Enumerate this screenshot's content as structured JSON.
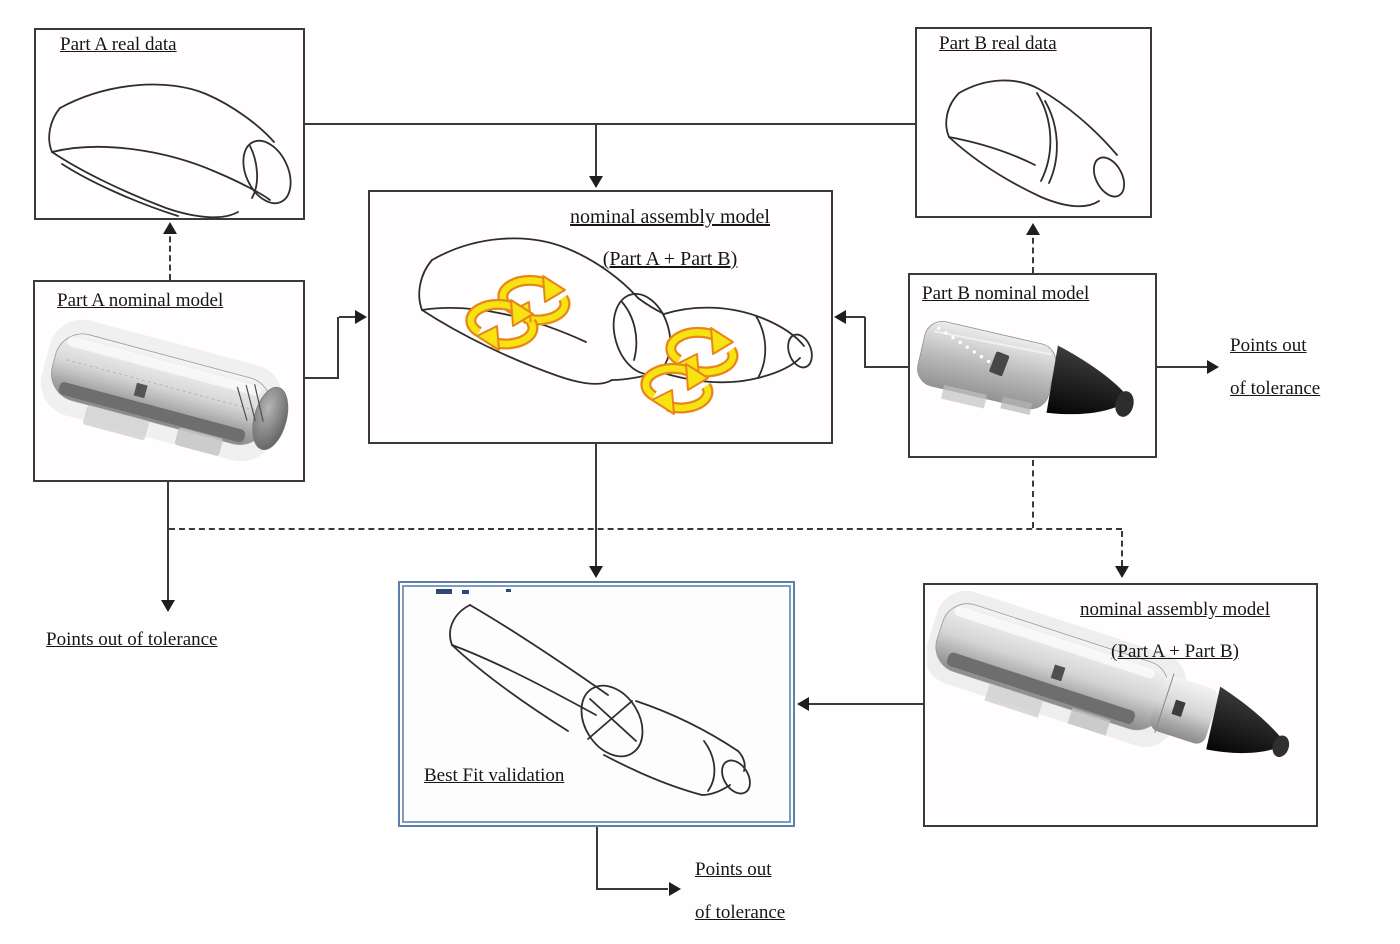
{
  "diagram": {
    "boxes": {
      "part_a_real": {
        "label": "Part A real data"
      },
      "part_b_real": {
        "label": "Part B real data"
      },
      "part_a_nominal": {
        "label": "Part A nominal model"
      },
      "part_b_nominal": {
        "label": "Part B nominal model"
      },
      "assembly_top": {
        "label_line1": "nominal assembly model",
        "label_line2": "(Part A + Part B)"
      },
      "best_fit": {
        "label": "Best Fit validation"
      },
      "assembly_bottom": {
        "label_line1": "nominal assembly model",
        "label_line2": "(Part A + Part B)"
      }
    },
    "outputs": {
      "right": {
        "line1": "Points out",
        "line2": "of tolerance"
      },
      "bottom_left": {
        "line1": "Points out of tolerance"
      },
      "bottom_center": {
        "line1": "Points out",
        "line2": "of tolerance"
      }
    },
    "colors": {
      "line": "#3a3a3a",
      "box_border": "#3a3a3a",
      "best_fit_border_outer": "#5c80a8",
      "best_fit_border_inner": "#7f9cbe",
      "rotation_arrow_fill": "#f7e311",
      "rotation_arrow_stroke": "#e8861a",
      "sketch_stroke": "#2e2e2e",
      "model_dark_cone": "#0a0a0a"
    }
  }
}
